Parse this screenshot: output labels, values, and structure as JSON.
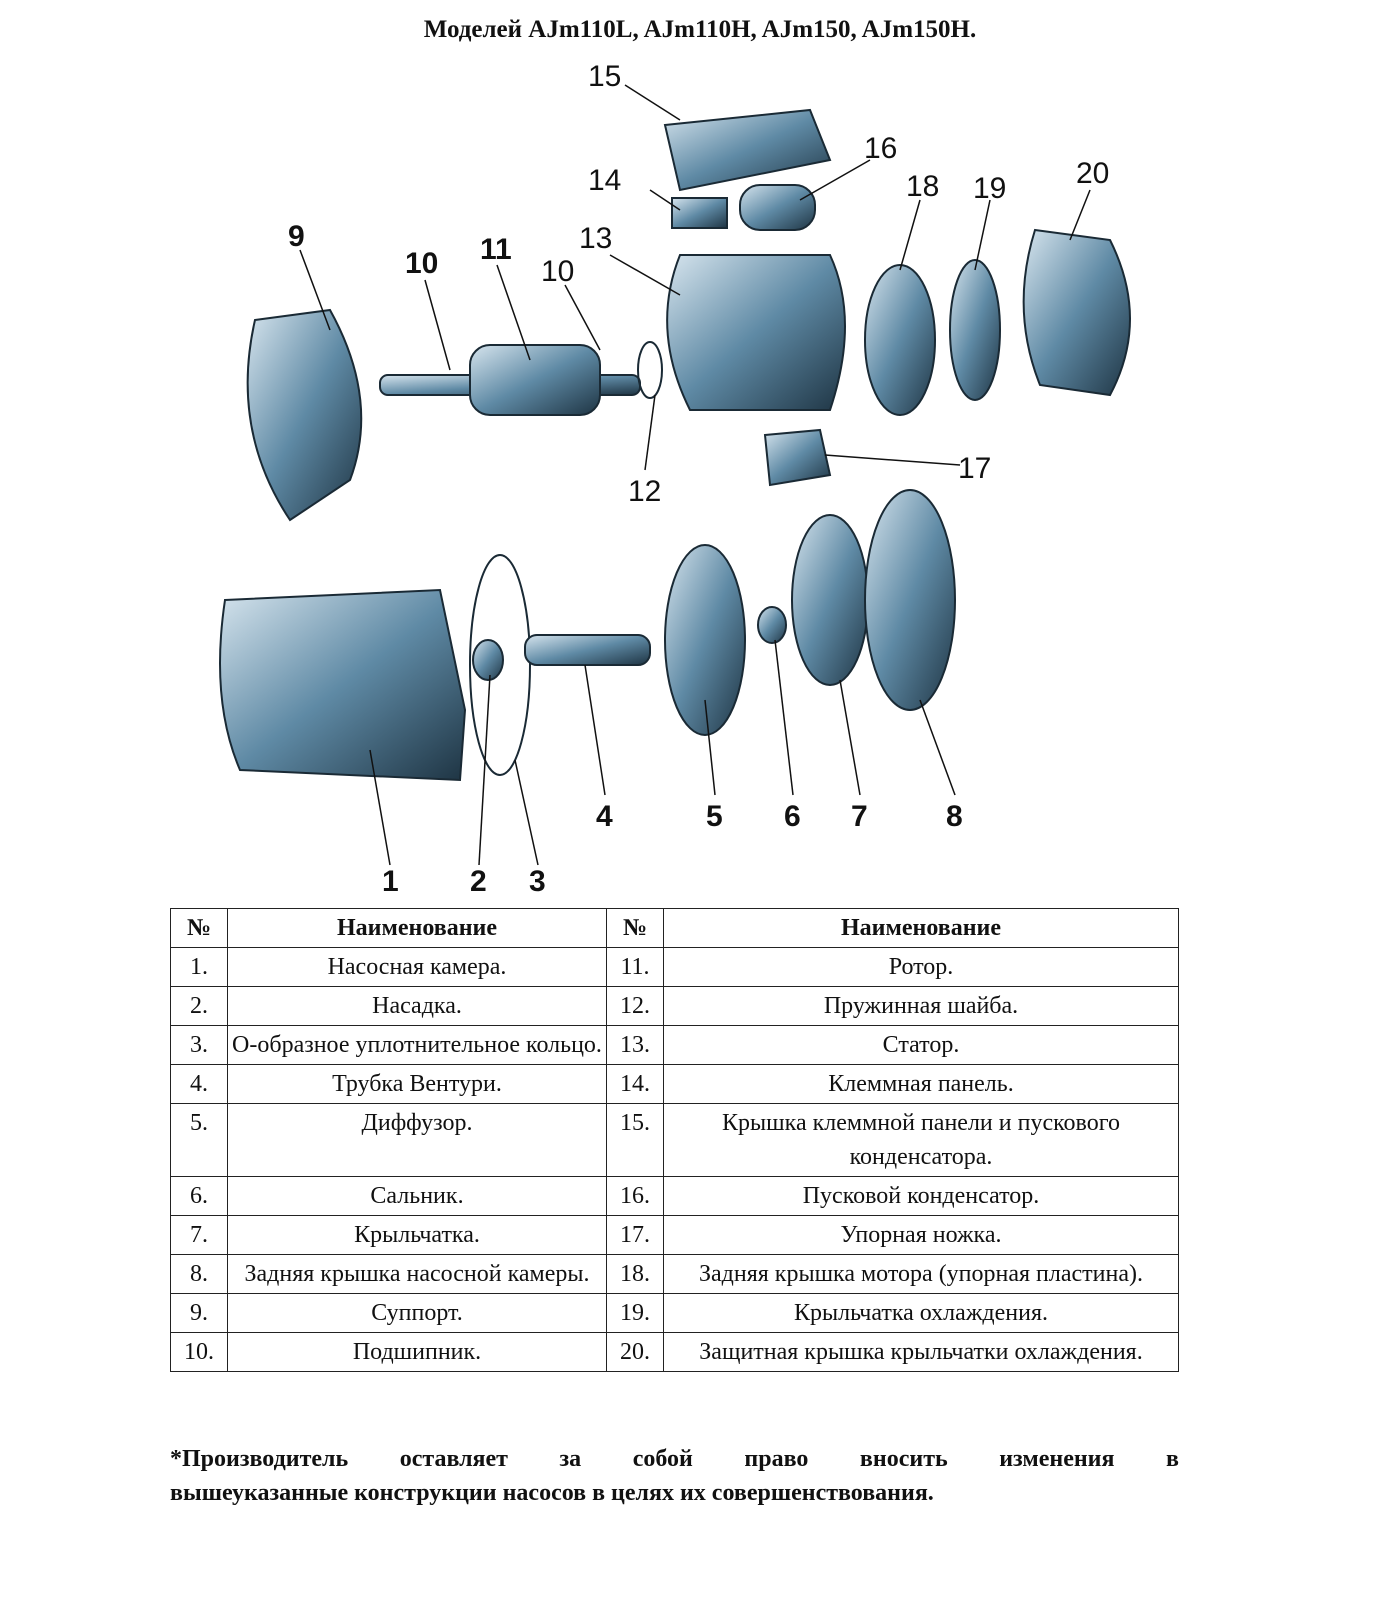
{
  "title": "Моделей AJm110L, AJm110H, AJm150, AJm150H.",
  "diagram": {
    "labels": [
      "15",
      "16",
      "14",
      "18",
      "19",
      "20",
      "9",
      "10",
      "11",
      "10",
      "13",
      "12",
      "17",
      "1",
      "2",
      "3",
      "4",
      "5",
      "6",
      "7",
      "8"
    ]
  },
  "table": {
    "headers": {
      "no": "№",
      "name": "Наименование"
    },
    "rows": [
      {
        "l_no": "1.",
        "l_name": "Насосная камера.",
        "r_no": "11.",
        "r_name": "Ротор."
      },
      {
        "l_no": "2.",
        "l_name": "Насадка.",
        "r_no": "12.",
        "r_name": "Пружинная шайба."
      },
      {
        "l_no": "3.",
        "l_name": "О-образное уплотнительное кольцо.",
        "r_no": "13.",
        "r_name": "Статор."
      },
      {
        "l_no": "4.",
        "l_name": "Трубка Вентури.",
        "r_no": "14.",
        "r_name": "Клеммная панель."
      },
      {
        "l_no": "5.",
        "l_name": "Диффузор.",
        "r_no": "15.",
        "r_name": "Крышка клеммной панели и пускового конденсатора."
      },
      {
        "l_no": "6.",
        "l_name": "Сальник.",
        "r_no": "16.",
        "r_name": "Пусковой конденсатор."
      },
      {
        "l_no": "7.",
        "l_name": "Крыльчатка.",
        "r_no": "17.",
        "r_name": "Упорная ножка."
      },
      {
        "l_no": "8.",
        "l_name": "Задняя крышка насосной камеры.",
        "r_no": "18.",
        "r_name": "Задняя крышка мотора (упорная пластина)."
      },
      {
        "l_no": "9.",
        "l_name": "Суппорт.",
        "r_no": "19.",
        "r_name": "Крыльчатка охлаждения."
      },
      {
        "l_no": "10.",
        "l_name": "Подшипник.",
        "r_no": "20.",
        "r_name": "Защитная крышка крыльчатки охлаждения."
      }
    ]
  },
  "note": {
    "line1": "*Производитель оставляет за собой право вносить изменения в",
    "line2": "вышеуказанные конструкции насосов в целях их совершенствования."
  },
  "colors": {
    "part": "#4f7a95",
    "part_light": "#c9dbe6"
  }
}
